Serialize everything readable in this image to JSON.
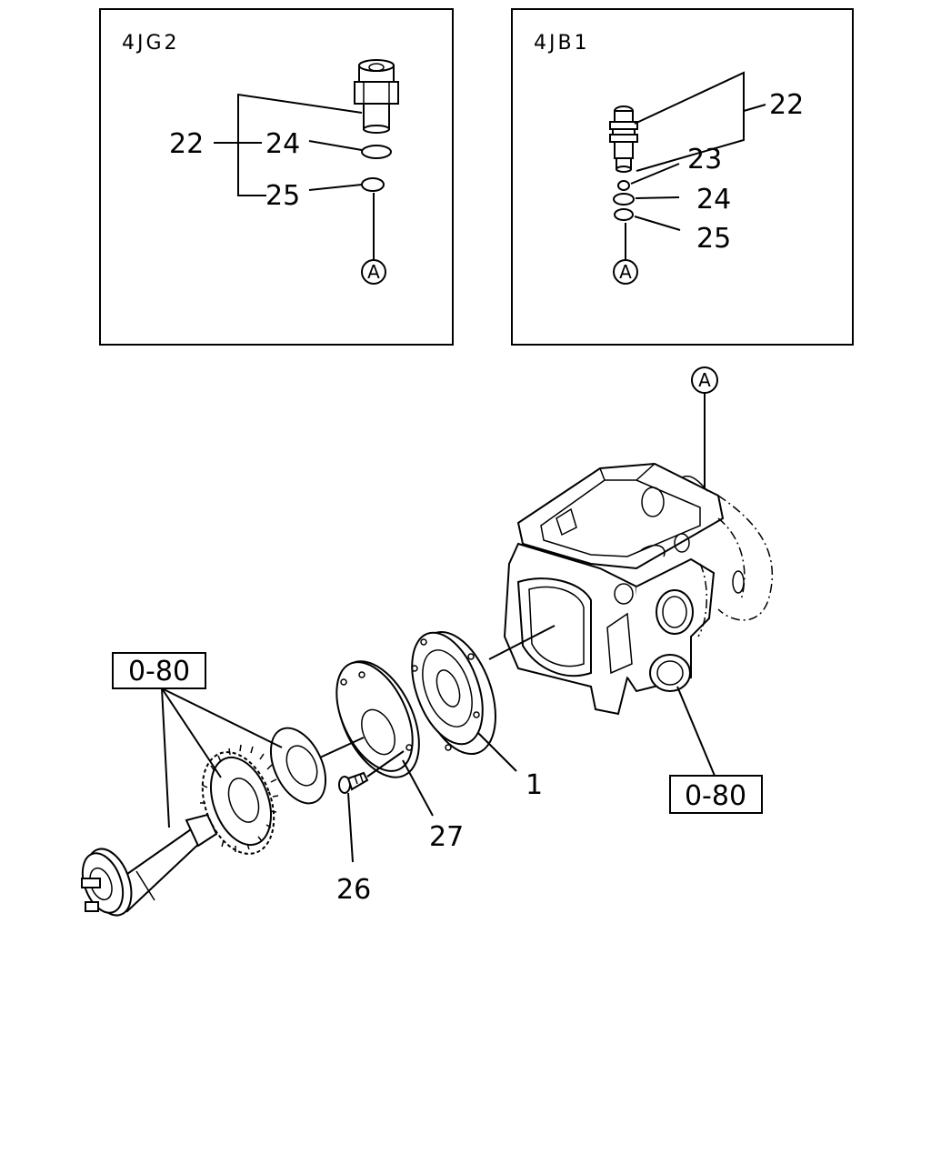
{
  "variants": [
    {
      "title": "4JG2",
      "labels": {
        "group": "22",
        "oring_upper": "24",
        "oring_lower": "25",
        "connector": "A"
      }
    },
    {
      "title": "4JB1",
      "labels": {
        "group": "22",
        "spring": "23",
        "oring_upper": "24",
        "oring_lower": "25",
        "connector": "A"
      }
    }
  ],
  "main": {
    "connector": "A",
    "ref_left": "0-80",
    "ref_right": "0-80",
    "callouts": {
      "flange": "1",
      "screw": "26",
      "plate": "27"
    }
  }
}
